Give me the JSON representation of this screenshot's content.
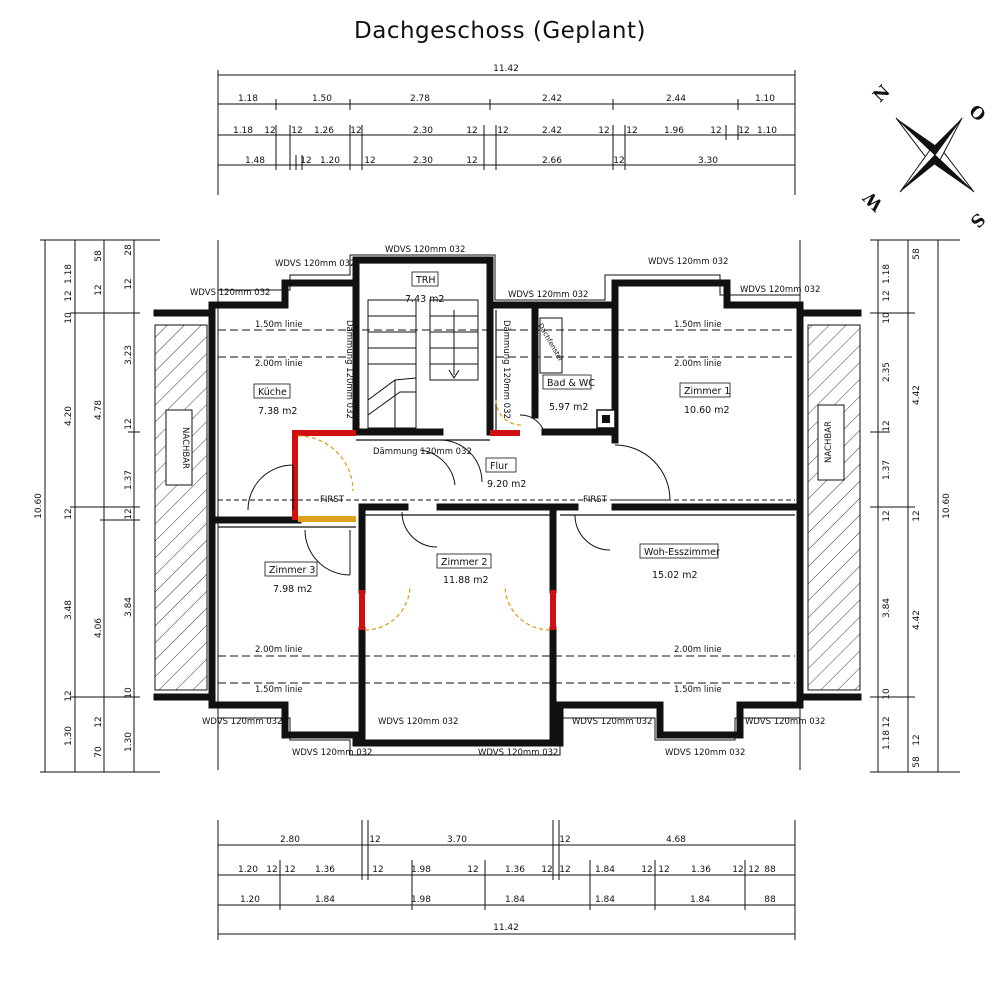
{
  "title": "Dachgeschoss (Geplant)",
  "compass": {
    "n": "N",
    "o": "O",
    "s": "S",
    "w": "W"
  },
  "top_dims": {
    "total": "11.42",
    "row1": [
      "1.18",
      "1.50",
      "2.78",
      "2.42",
      "2.44",
      "1.10"
    ],
    "row2": [
      "1.18",
      "12",
      "12",
      "1.26",
      "12",
      "2.30",
      "12",
      "12",
      "2.42",
      "12",
      "12",
      "1.96",
      "12",
      "12",
      "1.10"
    ],
    "row3": [
      "1.48",
      "12",
      "1.20",
      "12",
      "2.30",
      "12",
      "2.66",
      "12",
      "3.30"
    ]
  },
  "bottom_dims": {
    "row1": [
      "2.80",
      "12",
      "3.70",
      "12",
      "4.68"
    ],
    "row2": [
      "1.20",
      "12",
      "12",
      "1.36",
      "12",
      "1.98",
      "12",
      "1.36",
      "12",
      "12",
      "1.84",
      "12",
      "12",
      "1.36",
      "12",
      "12",
      "88"
    ],
    "row3": [
      "1.20",
      "1.84",
      "1.98",
      "1.84",
      "1.84",
      "1.84",
      "88"
    ],
    "total": "11.42"
  },
  "left_dims": {
    "total": "10.60",
    "a": [
      "10",
      "12",
      "1.18",
      "12",
      "58",
      "12",
      "28",
      "3.23",
      "12",
      "1.37",
      "12",
      "3.84",
      "10",
      "12",
      "1.30"
    ],
    "b": [
      "4.20",
      "4.78",
      "12",
      "3.48",
      "4.06",
      "70",
      "12",
      "1.30"
    ]
  },
  "right_dims": {
    "total": "10.60",
    "a": [
      "58",
      "1.18",
      "12",
      "10",
      "2.35",
      "12",
      "1.37",
      "12",
      "3.84",
      "10",
      "12",
      "1.18",
      "12",
      "58"
    ],
    "b": [
      "4.42",
      "12",
      "4.42"
    ]
  },
  "rooms": {
    "kueche": {
      "name": "Küche",
      "area": "7.38 m2"
    },
    "trh": {
      "name": "TRH",
      "area": "7.43 m2"
    },
    "bad": {
      "name": "Bad & WC",
      "area": "5.97 m2"
    },
    "zimmer1": {
      "name": "Zimmer 1",
      "area": "10.60 m2"
    },
    "flur": {
      "name": "Flur",
      "area": "9.20 m2"
    },
    "zimmer3": {
      "name": "Zimmer 3",
      "area": "7.98 m2"
    },
    "zimmer2": {
      "name": "Zimmer 2",
      "area": "11.88 m2"
    },
    "wohess": {
      "name": "Woh-Esszimmer",
      "area": "15.02 m2"
    }
  },
  "labels": {
    "wdvs": "WDVS 120mm 032",
    "daemmung": "Dämmung 120mm 032",
    "linie150": "1.50m linie",
    "linie200": "2.00m linie",
    "first": "FIRST",
    "nachbar": "NACHBAR",
    "dachfenster": "Dachfenster"
  }
}
